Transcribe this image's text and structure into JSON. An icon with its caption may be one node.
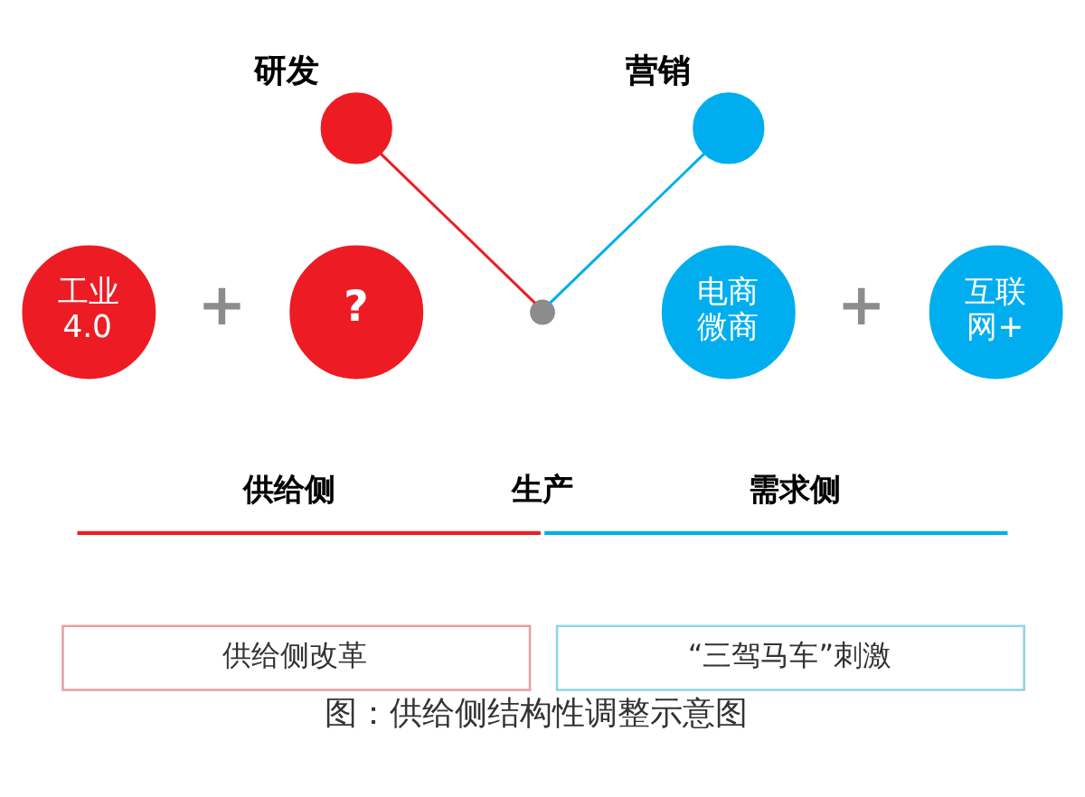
{
  "diagram": {
    "caption": "图：供给侧结构性调整示意图",
    "nodes": [
      {
        "text": [],
        "shape": "circle",
        "beside": [
          "研发"
        ]
      },
      {
        "text": [],
        "shape": "circle",
        "beside": [
          "营销"
        ]
      },
      {
        "text": [
          "工业4.0"
        ]
      },
      {
        "text": [
          "?"
        ]
      },
      {
        "text": [
          "电商微商"
        ]
      },
      {
        "text": [
          "互联网+"
        ]
      },
      {
        "text": [],
        "shape": "circle"
      },
      {
        "text": [
          "供给侧改革"
        ]
      },
      {
        "text": [
          "“三驾马车”刺激"
        ]
      }
    ],
    "edges": [
      {
        "from": 0,
        "to": 6,
        "arrow": "none",
        "color": "#ed1c24"
      },
      {
        "from": 6,
        "to": 1,
        "arrow": "none",
        "color": "#00aeef"
      }
    ],
    "labels": [
      "+",
      "+",
      "供给侧",
      "生产",
      "需求侧"
    ]
  }
}
